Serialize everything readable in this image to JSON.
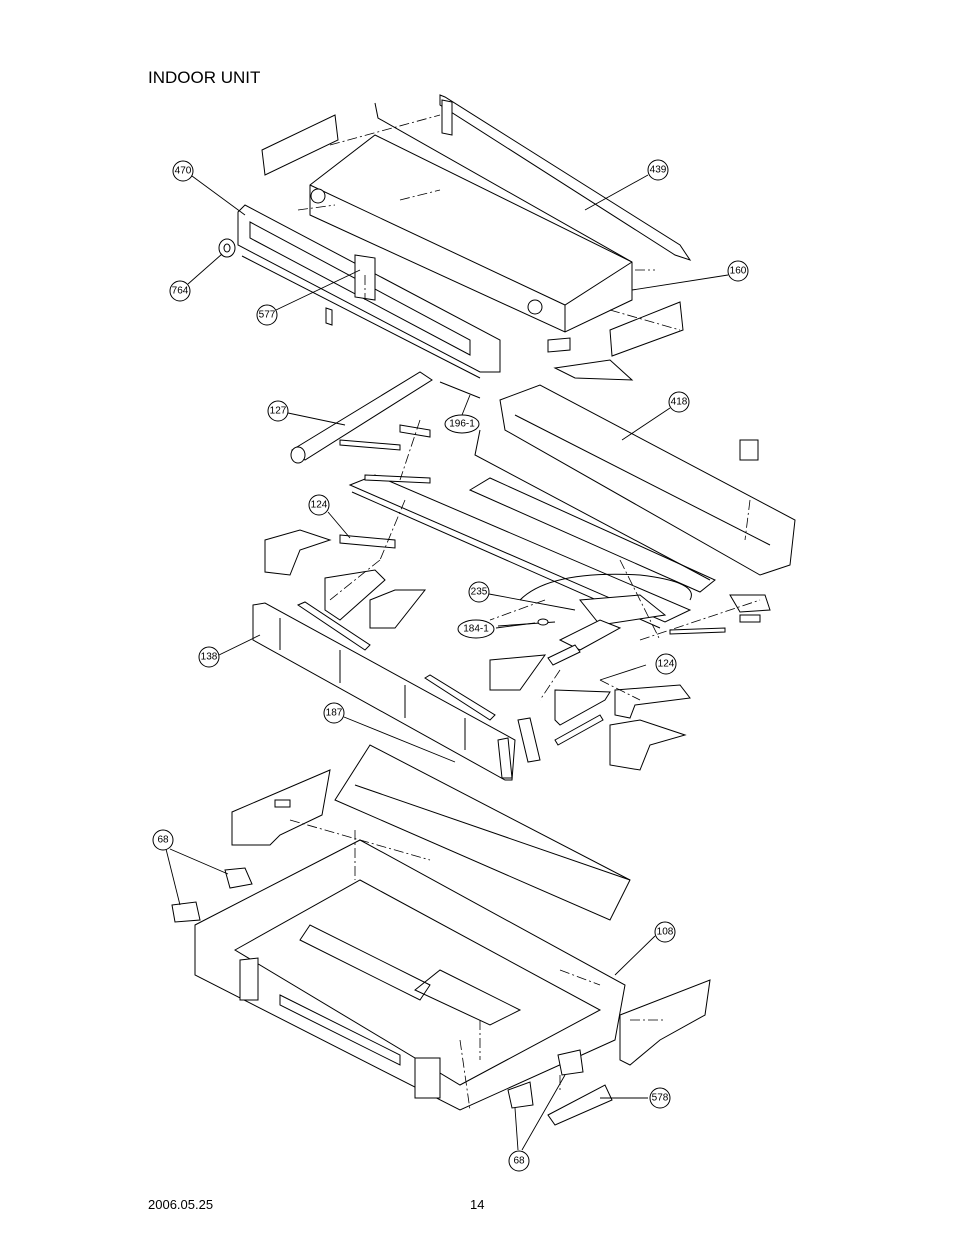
{
  "header": {
    "title": "INDOOR UNIT"
  },
  "footer": {
    "date": "2006.05.25",
    "page": "14"
  },
  "callouts": {
    "c470": "470",
    "c764": "764",
    "c577": "577",
    "c439": "439",
    "c160": "160",
    "c127": "127",
    "c196_1": "196-1",
    "c418": "418",
    "c124a": "124",
    "c235": "235",
    "c184_1": "184-1",
    "c124b": "124",
    "c138": "138",
    "c187": "187",
    "c68a": "68",
    "c108": "108",
    "c578": "578",
    "c68b": "68"
  }
}
